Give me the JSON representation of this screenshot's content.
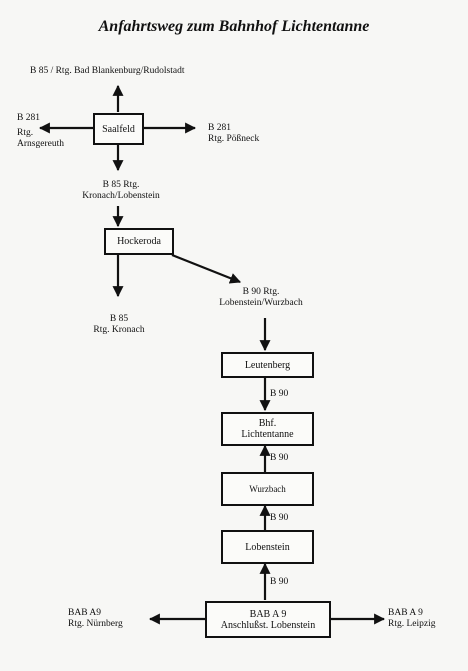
{
  "title": "Anfahrtsweg zum Bahnhof Lichtentanne",
  "nodes": {
    "saalfeld": "Saalfeld",
    "hockeroda": "Hockeroda",
    "leutenberg": "Leutenberg",
    "bhf_line1": "Bhf.",
    "bhf_line2": "Lichtentanne",
    "wurzbach": "Wurzbach",
    "lobenstein": "Lobenstein",
    "bab_line1": "BAB A 9",
    "bab_line2": "Anschlußst. Lobenstein"
  },
  "labels": {
    "north": "B 85 / Rtg. Bad Blankenburg/Rudolstadt",
    "west_line1": "B 281",
    "west_line2": "Rtg.",
    "west_line3": "Arnsgereuth",
    "east_line1": "B 281",
    "east_line2": "Rtg. Pößneck",
    "south_line1": "B 85  Rtg.",
    "south_line2": "Kronach/Lobenstein",
    "kronach_line1": "B 85",
    "kronach_line2": "Rtg. Kronach",
    "b90_line1": "B 90 Rtg.",
    "b90_line2": "Lobenstein/Wurzbach",
    "edge_leut_bhf": "B 90",
    "edge_wurz_bhf": "B 90",
    "edge_lob_wurz": "B 90",
    "edge_bab_lob": "B 90",
    "bab_west_line1": "BAB A9",
    "bab_west_line2": "Rtg. Nürnberg",
    "bab_east_line1": "BAB A 9",
    "bab_east_line2": "Rtg. Leipzig"
  }
}
